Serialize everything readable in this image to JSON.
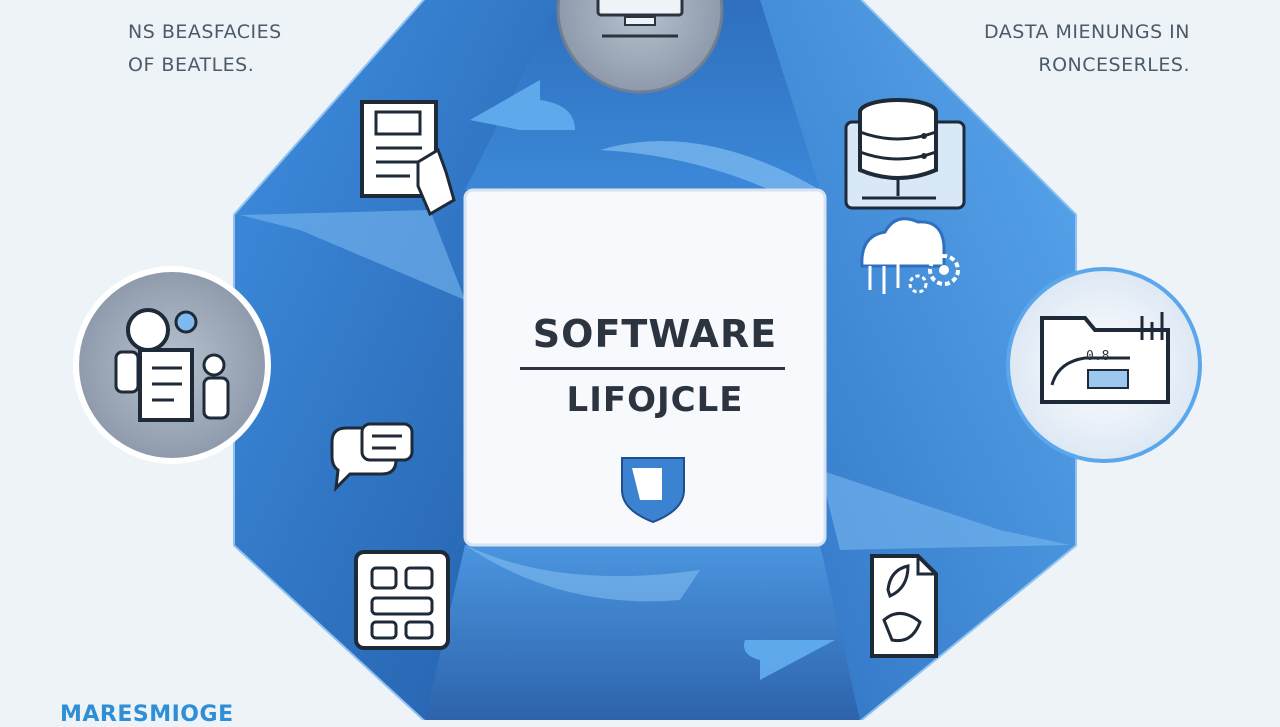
{
  "captions": {
    "top_left": [
      "NS BEASFACIES",
      "OF BEATLES."
    ],
    "top_right": [
      "DASTA MIENUNGS IN",
      "RONCESERLES."
    ],
    "bottom_left": "MARESMIOGE"
  },
  "center": {
    "title_line1": "SOFTWARE",
    "title_line2": "LIFOJCLE"
  },
  "folder_label": "0.8",
  "icons": [
    "monitor-icon",
    "document-edit-icon",
    "database-icon",
    "cloud-gear-icon",
    "folder-chart-icon",
    "team-checklist-icon",
    "chat-bubbles-icon",
    "circuit-board-icon",
    "document-leaf-icon",
    "shield-logo-icon"
  ],
  "colors": {
    "background": "#eef3f8",
    "blue_dark": "#2f67b2",
    "blue_mid": "#3a86d6",
    "blue_light": "#66aef0",
    "panel": "#f7f9fc",
    "ink": "#2c3440"
  }
}
